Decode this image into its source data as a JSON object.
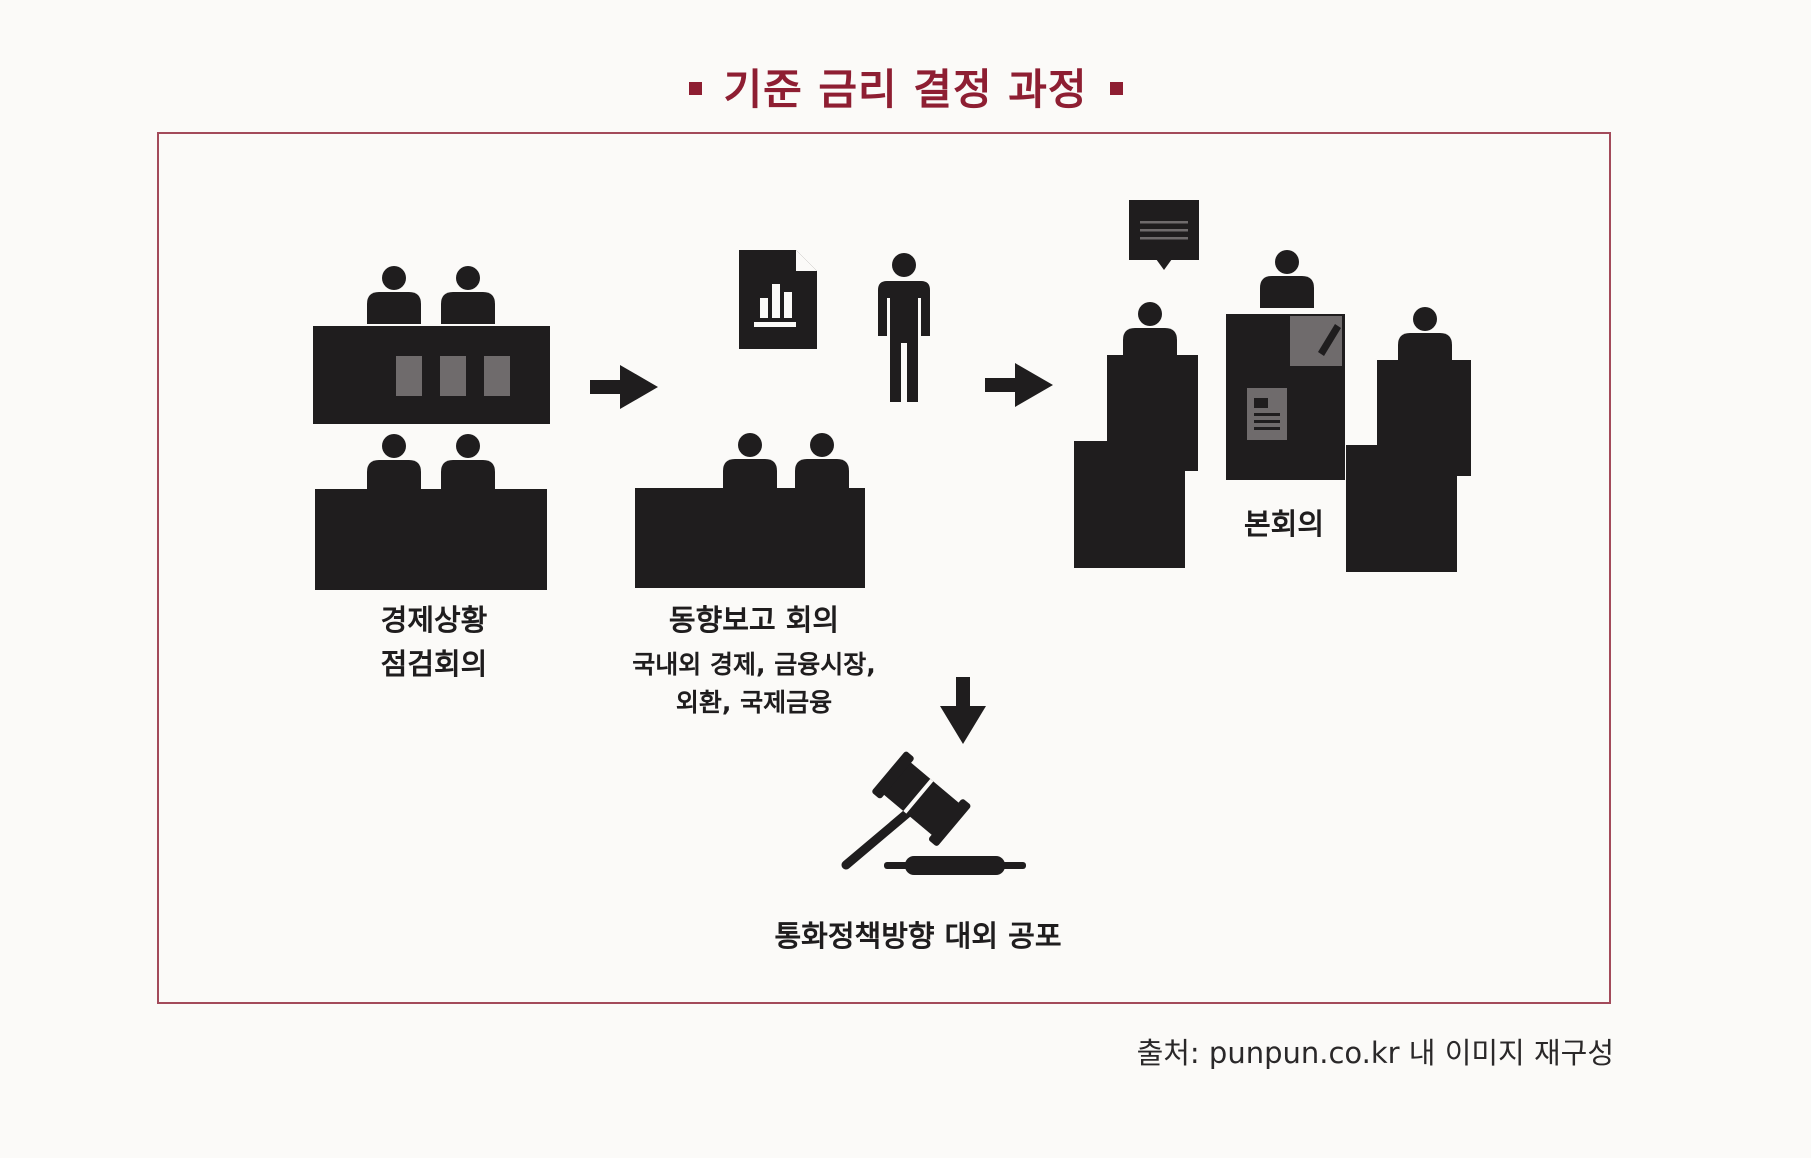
{
  "title": "기준 금리 결정 과정",
  "colors": {
    "accent": "#8e1e32",
    "frame": "#a34a5a",
    "ink": "#1f1d1e",
    "gray": "#6f6b6c"
  },
  "stage1": {
    "label_line1": "경제상황",
    "label_line2": "점검회의"
  },
  "stage2": {
    "label": "동향보고 회의",
    "detail_line1": "국내외 경제, 금융시장,",
    "detail_line2": "외환, 국제금융"
  },
  "stage3": {
    "label": "본회의"
  },
  "outcome": {
    "label": "통화정책방향 대외 공포"
  },
  "icons": [
    "meeting-table-icon",
    "arrow-right-icon",
    "chart-document-icon",
    "person-icon",
    "speech-bubble-icon",
    "document-icon",
    "pen-icon",
    "arrow-down-icon",
    "gavel-icon"
  ],
  "source": "출처: punpun.co.kr 내 이미지 재구성"
}
